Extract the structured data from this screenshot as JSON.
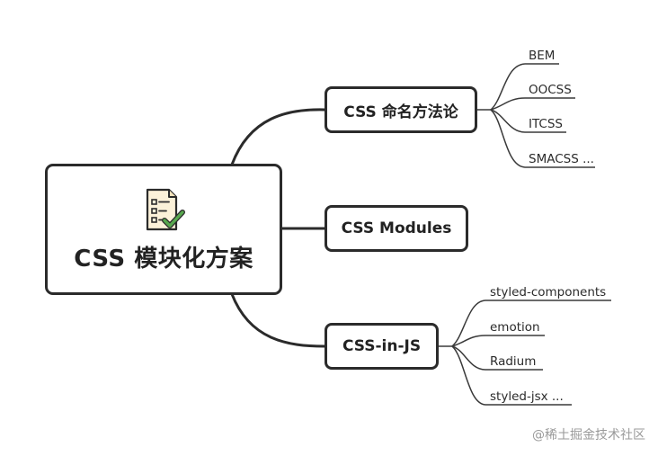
{
  "central": {
    "title": "CSS 模块化方案",
    "icon": "checklist-icon"
  },
  "branches": [
    {
      "label": "CSS 命名方法论",
      "children": [
        "BEM",
        "OOCSS",
        "ITCSS",
        "SMACSS ..."
      ]
    },
    {
      "label": "CSS Modules",
      "children": []
    },
    {
      "label": "CSS-in-JS",
      "children": [
        "styled-components",
        "emotion",
        "Radium",
        "styled-jsx ..."
      ]
    }
  ],
  "watermark": "@稀土掘金技术社区",
  "colors": {
    "line": "#2b2b2b",
    "thin_line": "#3a3a3a",
    "icon_paper": "#fbf1d9",
    "icon_check": "#58a84f"
  }
}
